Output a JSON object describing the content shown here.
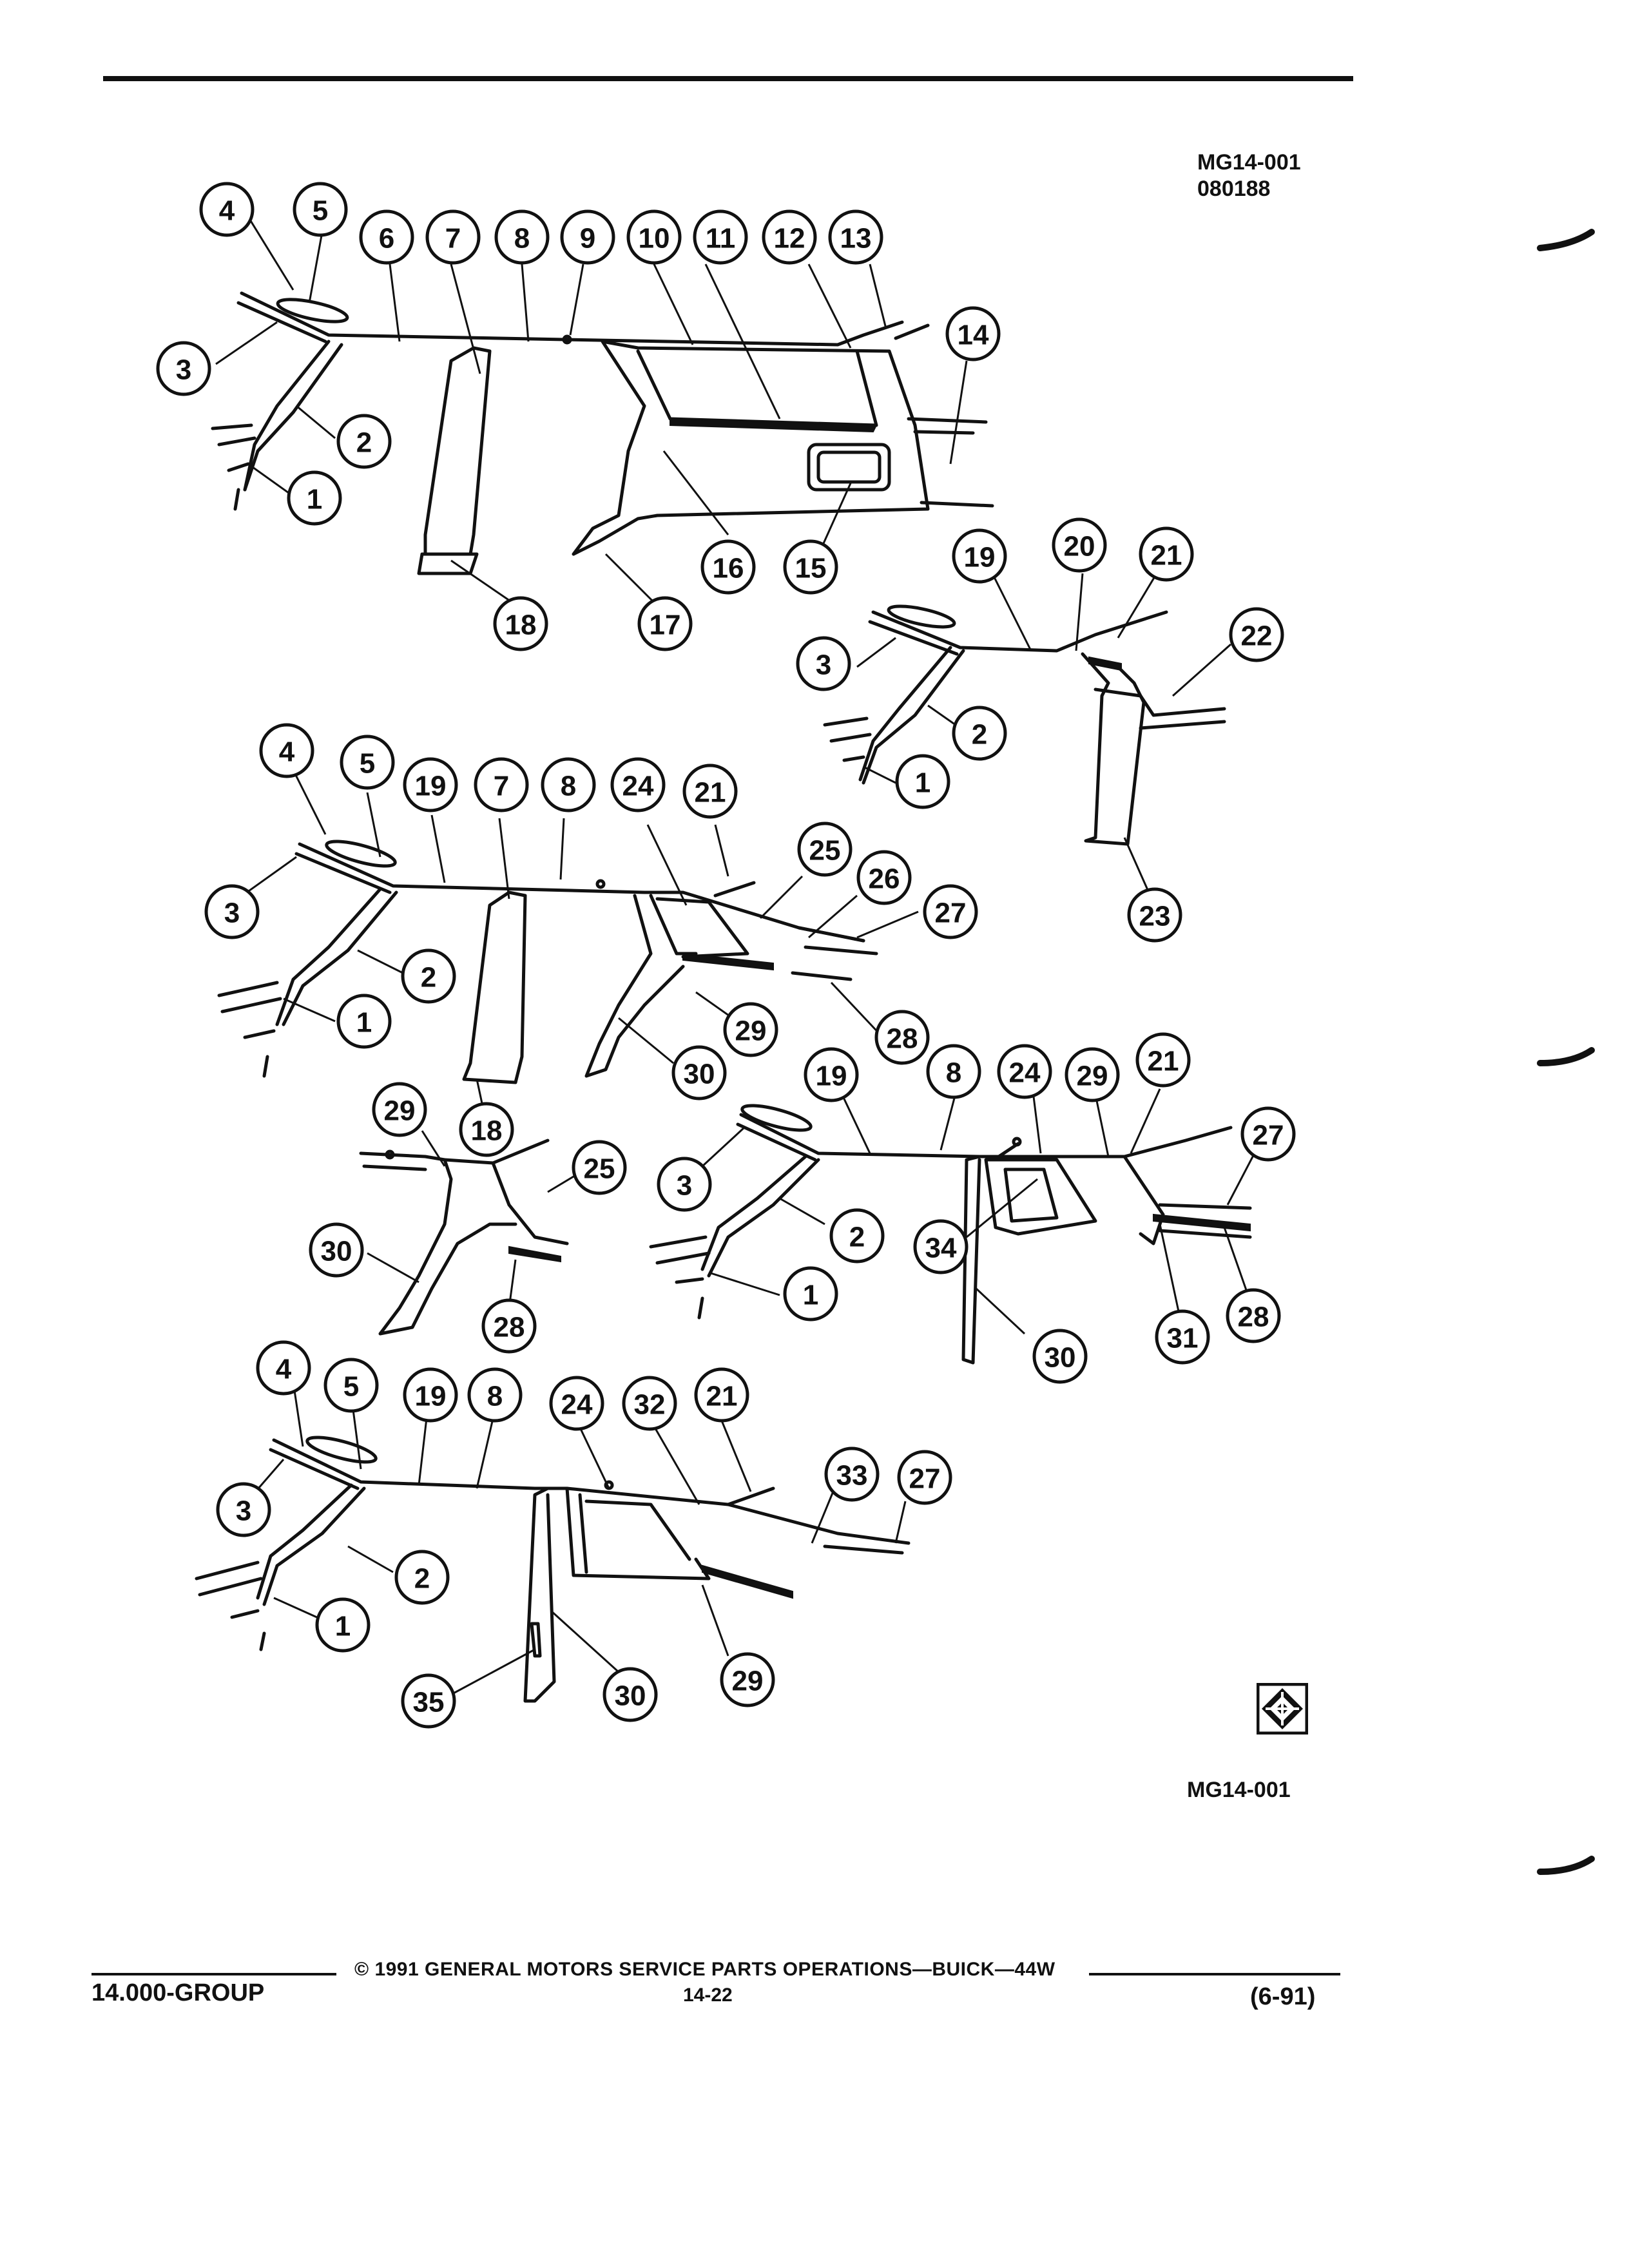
{
  "header": {
    "figure_code": "MG14-001",
    "date_code": "080188"
  },
  "figure": {
    "bottom_code": "MG14-001",
    "logo_icon": "gm-spo-diamond-logo-icon",
    "callouts": [
      {
        "id": "a1",
        "n": "4"
      },
      {
        "id": "a2",
        "n": "5"
      },
      {
        "id": "a3",
        "n": "6"
      },
      {
        "id": "a4",
        "n": "7"
      },
      {
        "id": "a5",
        "n": "8"
      },
      {
        "id": "a6",
        "n": "9"
      },
      {
        "id": "a7",
        "n": "10"
      },
      {
        "id": "a8",
        "n": "11"
      },
      {
        "id": "a9",
        "n": "12"
      },
      {
        "id": "a10",
        "n": "13"
      },
      {
        "id": "a11",
        "n": "3"
      },
      {
        "id": "a12",
        "n": "14"
      },
      {
        "id": "a13",
        "n": "2"
      },
      {
        "id": "a14",
        "n": "1"
      },
      {
        "id": "a15",
        "n": "16"
      },
      {
        "id": "a16",
        "n": "15"
      },
      {
        "id": "a17",
        "n": "18"
      },
      {
        "id": "a18",
        "n": "17"
      },
      {
        "id": "b1",
        "n": "19"
      },
      {
        "id": "b2",
        "n": "20"
      },
      {
        "id": "b3",
        "n": "21"
      },
      {
        "id": "b4",
        "n": "22"
      },
      {
        "id": "b5",
        "n": "3"
      },
      {
        "id": "b6",
        "n": "2"
      },
      {
        "id": "b7",
        "n": "1"
      },
      {
        "id": "b8",
        "n": "23"
      },
      {
        "id": "c1",
        "n": "4"
      },
      {
        "id": "c2",
        "n": "5"
      },
      {
        "id": "c3",
        "n": "19"
      },
      {
        "id": "c4",
        "n": "7"
      },
      {
        "id": "c5",
        "n": "8"
      },
      {
        "id": "c6",
        "n": "24"
      },
      {
        "id": "c7",
        "n": "21"
      },
      {
        "id": "c8",
        "n": "25"
      },
      {
        "id": "c9",
        "n": "26"
      },
      {
        "id": "c10",
        "n": "27"
      },
      {
        "id": "c11",
        "n": "3"
      },
      {
        "id": "c12",
        "n": "2"
      },
      {
        "id": "c13",
        "n": "1"
      },
      {
        "id": "c14",
        "n": "29"
      },
      {
        "id": "c15",
        "n": "28"
      },
      {
        "id": "c16",
        "n": "30"
      },
      {
        "id": "c17",
        "n": "18"
      },
      {
        "id": "d1",
        "n": "29"
      },
      {
        "id": "d2",
        "n": "25"
      },
      {
        "id": "d3",
        "n": "30"
      },
      {
        "id": "d4",
        "n": "28"
      },
      {
        "id": "e1",
        "n": "19"
      },
      {
        "id": "e2",
        "n": "8"
      },
      {
        "id": "e3",
        "n": "24"
      },
      {
        "id": "e4",
        "n": "29"
      },
      {
        "id": "e5",
        "n": "21"
      },
      {
        "id": "e6",
        "n": "27"
      },
      {
        "id": "e7",
        "n": "3"
      },
      {
        "id": "e8",
        "n": "2"
      },
      {
        "id": "e9",
        "n": "34"
      },
      {
        "id": "e10",
        "n": "1"
      },
      {
        "id": "e11",
        "n": "30"
      },
      {
        "id": "e12",
        "n": "31"
      },
      {
        "id": "e13",
        "n": "28"
      },
      {
        "id": "f1",
        "n": "4"
      },
      {
        "id": "f2",
        "n": "5"
      },
      {
        "id": "f3",
        "n": "19"
      },
      {
        "id": "f4",
        "n": "8"
      },
      {
        "id": "f5",
        "n": "24"
      },
      {
        "id": "f6",
        "n": "32"
      },
      {
        "id": "f7",
        "n": "21"
      },
      {
        "id": "f8",
        "n": "33"
      },
      {
        "id": "f9",
        "n": "27"
      },
      {
        "id": "f10",
        "n": "3"
      },
      {
        "id": "f11",
        "n": "2"
      },
      {
        "id": "f12",
        "n": "1"
      },
      {
        "id": "f13",
        "n": "35"
      },
      {
        "id": "f14",
        "n": "30"
      },
      {
        "id": "f15",
        "n": "29"
      }
    ]
  },
  "footer": {
    "copyright": "© 1991 GENERAL MOTORS SERVICE PARTS OPERATIONS—BUICK—44W",
    "page_number": "14-22",
    "group": "14.000-GROUP",
    "revision_date": "(6-91)"
  }
}
